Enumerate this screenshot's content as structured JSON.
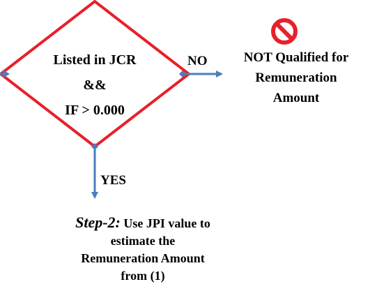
{
  "decision": {
    "line1": "Listed in JCR",
    "line2": "&&",
    "line3": "IF > 0.000"
  },
  "branch_no": {
    "label": "NO"
  },
  "branch_yes": {
    "label": "YES"
  },
  "not_qualified": {
    "line1": "NOT Qualified for",
    "line2": "Remuneration",
    "line3": "Amount"
  },
  "step": {
    "prefix": "Step-2:",
    "line1_rest": " Use JPI value to",
    "line2": "estimate the",
    "line3": "Remuneration Amount",
    "line4": "from (1)"
  },
  "colors": {
    "diamond_stroke": "#e8202a",
    "arrow": "#4a7ebb",
    "prohibited": "#e8202a"
  },
  "icons": {
    "not_qualified": "prohibited-icon"
  }
}
